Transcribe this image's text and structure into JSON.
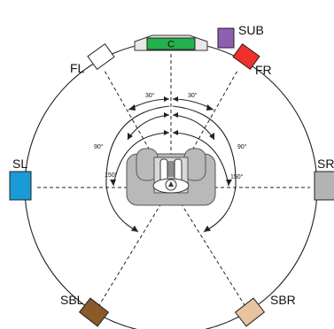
{
  "speakers": {
    "center": {
      "label": "C",
      "color": "#22b14c"
    },
    "sub": {
      "label": "SUB",
      "color": "#8e5fb0"
    },
    "front_left": {
      "label": "FL",
      "color": "#ffffff"
    },
    "front_right": {
      "label": "FR",
      "color": "#f0302c"
    },
    "side_left": {
      "label": "SL",
      "color": "#1a9ad6"
    },
    "side_right": {
      "label": "SR",
      "color": "#b3b3b3"
    },
    "back_left": {
      "label": "SBL",
      "color": "#8a5a2b"
    },
    "back_right": {
      "label": "SBR",
      "color": "#e6c49f"
    }
  },
  "angles": {
    "front_left_30": "30°",
    "front_right_30": "30°",
    "left_90": "90°",
    "right_90": "90°",
    "left_150": "150°",
    "right_150": "150°"
  },
  "colors": {
    "outline": "#222222",
    "sofa": "#b9b9b9",
    "sofa_dark": "#8f8f8f"
  }
}
